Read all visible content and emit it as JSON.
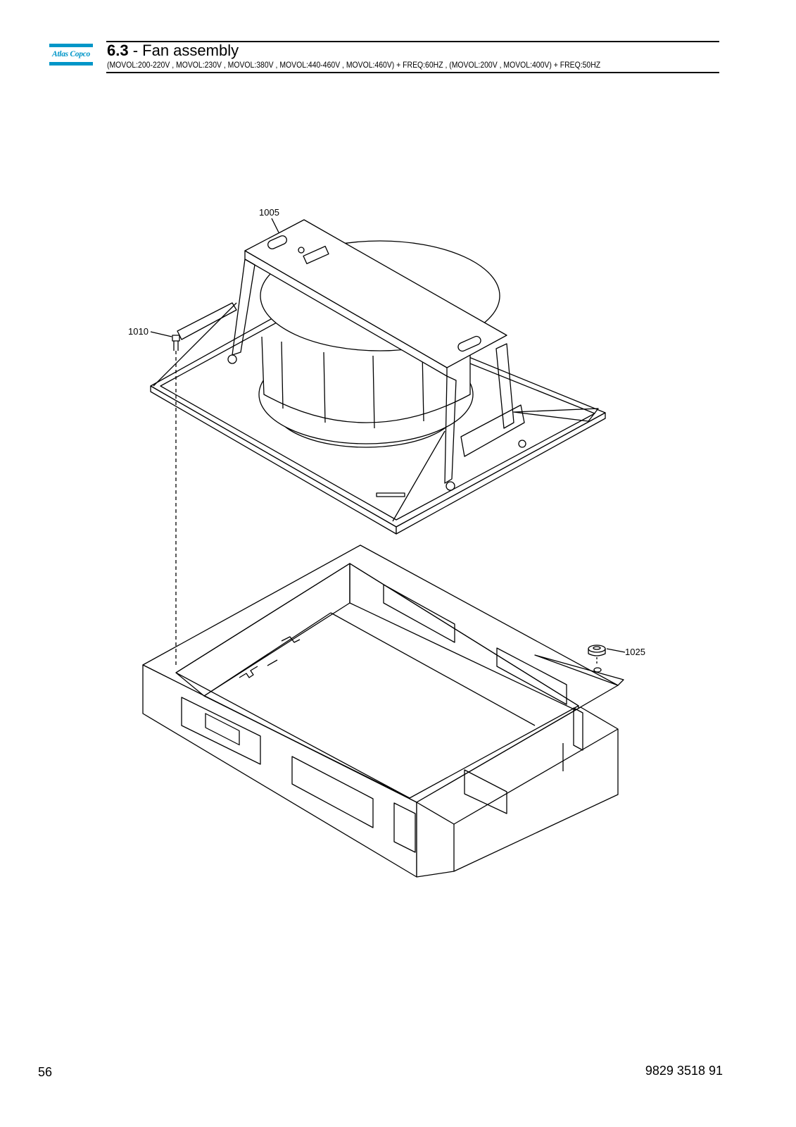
{
  "header": {
    "logo_text": "Atlas Copco",
    "section_number": "6.3",
    "separator": " - ",
    "section_title": "Fan assembly",
    "variants": "(MOVOL:200-220V , MOVOL:230V , MOVOL:380V , MOVOL:440-460V , MOVOL:460V) + FREQ:60HZ , (MOVOL:200V , MOVOL:400V) + FREQ:50HZ"
  },
  "callouts": {
    "fan_assembly": "1005",
    "bolt": "1010",
    "grommet": "1025"
  },
  "footer": {
    "page_number": "56",
    "document_number": "9829 3518 91"
  },
  "colors": {
    "brand": "#0096c8",
    "line": "#000000"
  }
}
